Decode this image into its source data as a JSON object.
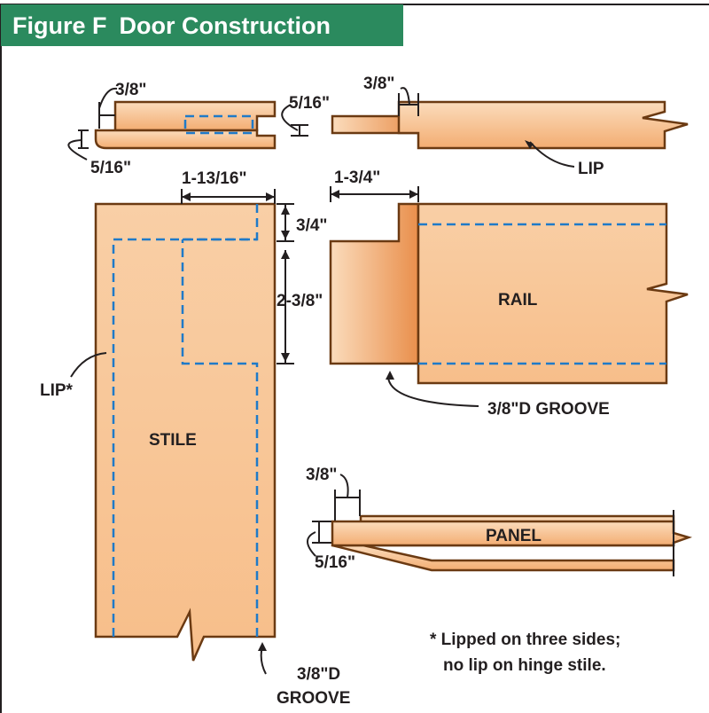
{
  "title": {
    "figure": "Figure F",
    "subject": "Door Construction"
  },
  "colors": {
    "header": "#2b8a5e",
    "wood_light": "#fbd9b5",
    "wood_dark": "#f1a366",
    "outline": "#6b3a12",
    "groove_dash": "#1f7ac8"
  },
  "labels": {
    "top_left_top": "3/8\"",
    "top_left_bottom": "5/16\"",
    "top_left_groove": "5/16\"",
    "top_right_tenon": "3/8\"",
    "lip": "LIP",
    "stile_width": "1-13/16\"",
    "rail_tenon_len": "1-3/4\"",
    "stile_top": "3/4\"",
    "stile_mortise": "2-3/8\"",
    "rail": "RAIL",
    "rail_groove": "3/8\"D GROOVE",
    "stile_lip": "LIP*",
    "stile": "STILE",
    "panel_top": "3/8\"",
    "panel_side": "5/16\"",
    "panel": "PANEL",
    "stile_groove_1": "3/8\"D",
    "stile_groove_2": "GROOVE",
    "note_1": "* Lipped on three sides;",
    "note_2": "no lip on hinge stile."
  }
}
